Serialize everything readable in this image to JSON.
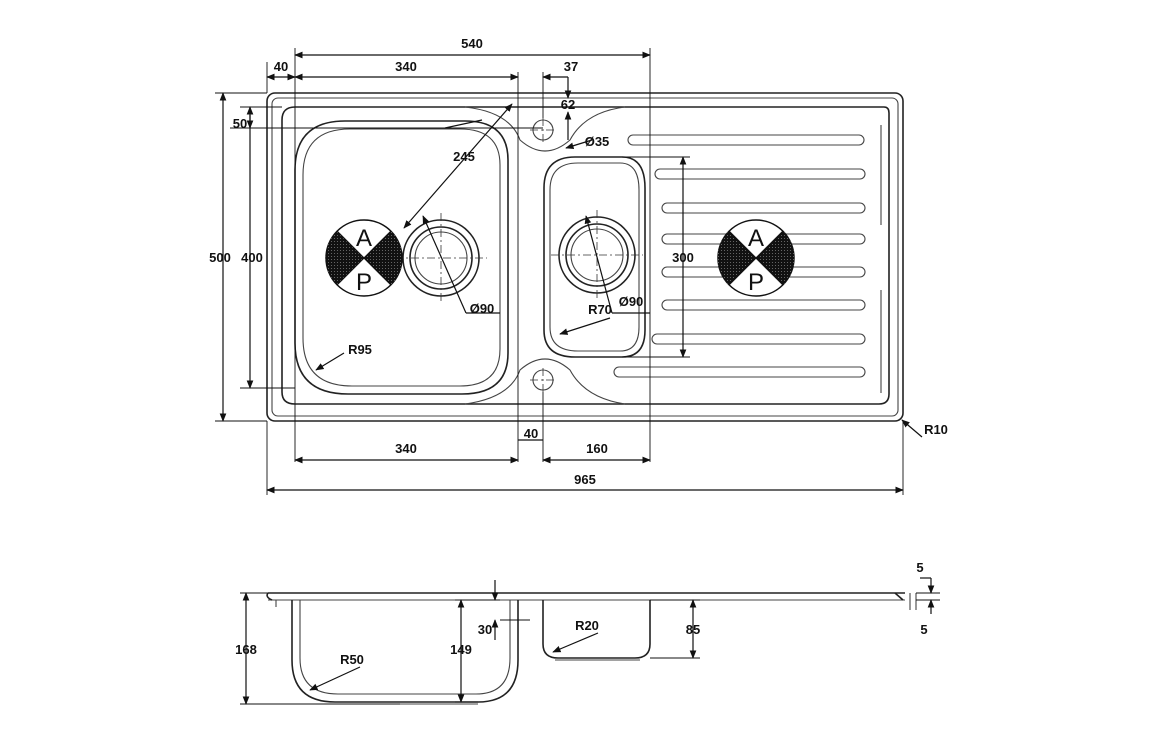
{
  "colors": {
    "line": "#222222",
    "marker_dark": "#111111",
    "background": "#ffffff"
  },
  "labels": {
    "d540": "540",
    "d40_top": "40",
    "d340_top": "340",
    "d37": "37",
    "d62": "62",
    "d50": "50",
    "d245": "245",
    "d35": "Ø35",
    "d500": "500",
    "d400": "400",
    "d300": "300",
    "d90_left": "Ø90",
    "d90_right": "Ø90",
    "r70": "R70",
    "r95": "R95",
    "r10": "R10",
    "d340_bottom": "340",
    "d40_bottom": "40",
    "d160": "160",
    "d965": "965",
    "d168": "168",
    "r50": "R50",
    "d149": "149",
    "d30": "30",
    "r20": "R20",
    "d85": "85",
    "d5_top": "5",
    "d5_bottom": "5"
  },
  "markers": [
    {
      "top_letter": "A",
      "bottom_letter": "P"
    },
    {
      "top_letter": "A",
      "bottom_letter": "P"
    }
  ]
}
